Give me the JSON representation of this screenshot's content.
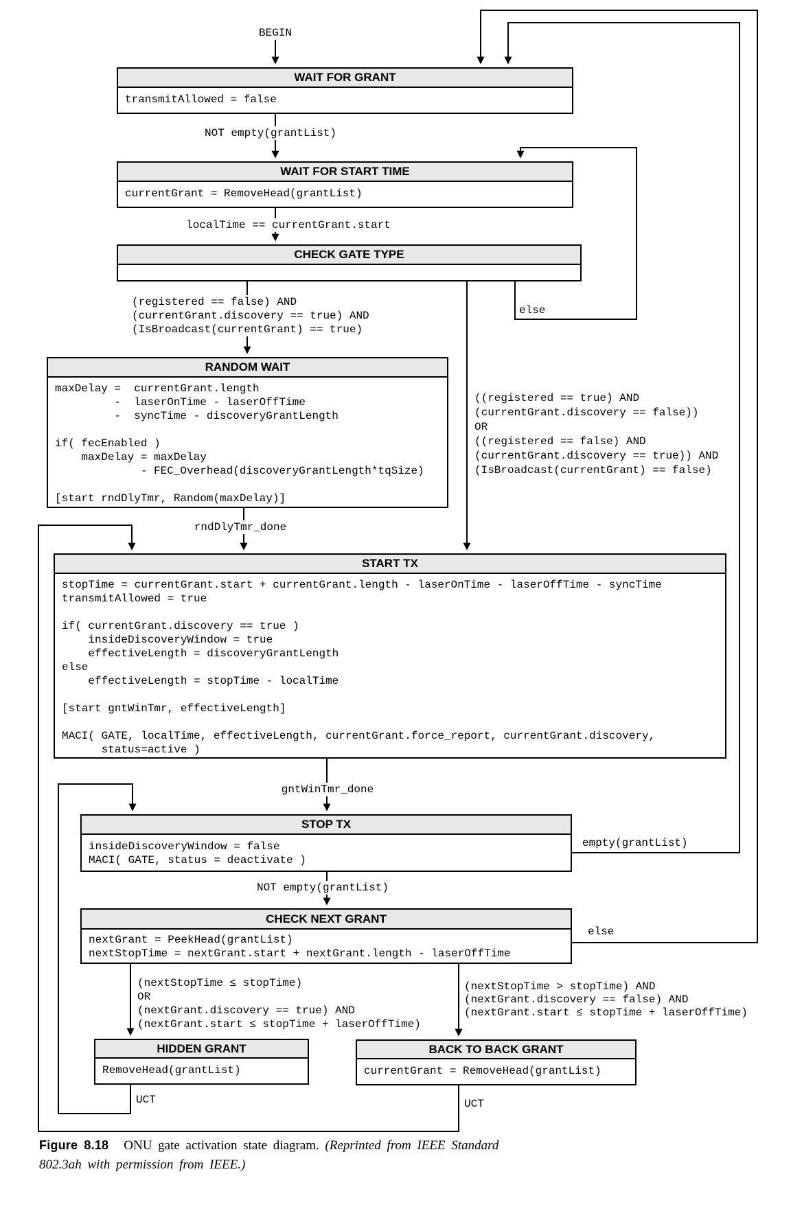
{
  "diagram": {
    "begin_label": "BEGIN",
    "states": {
      "wait_for_grant": {
        "title": "WAIT FOR GRANT",
        "actions": "transmitAllowed = false"
      },
      "wait_for_start_time": {
        "title": "WAIT FOR START TIME",
        "actions": "currentGrant = RemoveHead(grantList)"
      },
      "check_gate_type": {
        "title": "CHECK GATE TYPE",
        "actions": ""
      },
      "random_wait": {
        "title": "RANDOM WAIT",
        "actions": "maxDelay =  currentGrant.length\n         -  laserOnTime - laserOffTime\n         -  syncTime - discoveryGrantLength\n\nif( fecEnabled )\n    maxDelay = maxDelay\n             - FEC_Overhead(discoveryGrantLength*tqSize)\n\n[start rndDlyTmr, Random(maxDelay)]"
      },
      "start_tx": {
        "title": "START TX",
        "actions": "stopTime = currentGrant.start + currentGrant.length - laserOnTime - laserOffTime - syncTime\ntransmitAllowed = true\n\nif( currentGrant.discovery == true )\n    insideDiscoveryWindow = true\n    effectiveLength = discoveryGrantLength\nelse\n    effectiveLength = stopTime - localTime\n\n[start gntWinTmr, effectiveLength]\n\nMACI( GATE, localTime, effectiveLength, currentGrant.force_report, currentGrant.discovery,\n      status=active )"
      },
      "stop_tx": {
        "title": "STOP TX",
        "actions": "insideDiscoveryWindow = false\nMACI( GATE, status = deactivate )"
      },
      "check_next_grant": {
        "title": "CHECK NEXT GRANT",
        "actions": "nextGrant = PeekHead(grantList)\nnextStopTime = nextGrant.start + nextGrant.length - laserOffTime"
      },
      "hidden_grant": {
        "title": "HIDDEN GRANT",
        "actions": "RemoveHead(grantList)"
      },
      "back_to_back_grant": {
        "title": "BACK TO BACK GRANT",
        "actions": "currentGrant = RemoveHead(grantList)"
      }
    },
    "transitions": {
      "wfg_to_wfst": "NOT empty(grantList)",
      "wfst_to_cgt": "localTime == currentGrant.start",
      "cgt_to_random_wait": "(registered == false) AND\n(currentGrant.discovery == true) AND\n(IsBroadcast(currentGrant) == true)",
      "cgt_else": "else",
      "cgt_to_start_tx": "((registered == true) AND\n(currentGrant.discovery == false))\nOR\n((registered == false) AND\n(currentGrant.discovery == true)) AND\n(IsBroadcast(currentGrant) == false)",
      "random_wait_to_start_tx": "rndDlyTmr_done",
      "start_tx_to_stop_tx": "gntWinTmr_done",
      "stop_tx_to_wfg": "empty(grantList)",
      "stop_tx_to_cng": "NOT empty(grantList)",
      "cng_else": "else",
      "cng_to_hidden_grant": "(nextStopTime ≤ stopTime)\nOR\n(nextGrant.discovery == true) AND\n(nextGrant.start ≤ stopTime + laserOffTime)",
      "cng_to_back_to_back": "(nextStopTime > stopTime) AND\n(nextGrant.discovery == false) AND\n(nextGrant.start ≤ stopTime + laserOffTime)",
      "hidden_grant_uct": "UCT",
      "back_to_back_uct": "UCT"
    },
    "caption": {
      "figure_label": "Figure 8.18",
      "title": "ONU gate activation state diagram.",
      "attribution_line1": "(Reprinted from IEEE Standard",
      "attribution_line2": "802.3ah with permission from IEEE.)"
    },
    "colors": {
      "header_fill": "#e8e8e8",
      "line": "#000000",
      "background": "#ffffff"
    }
  }
}
